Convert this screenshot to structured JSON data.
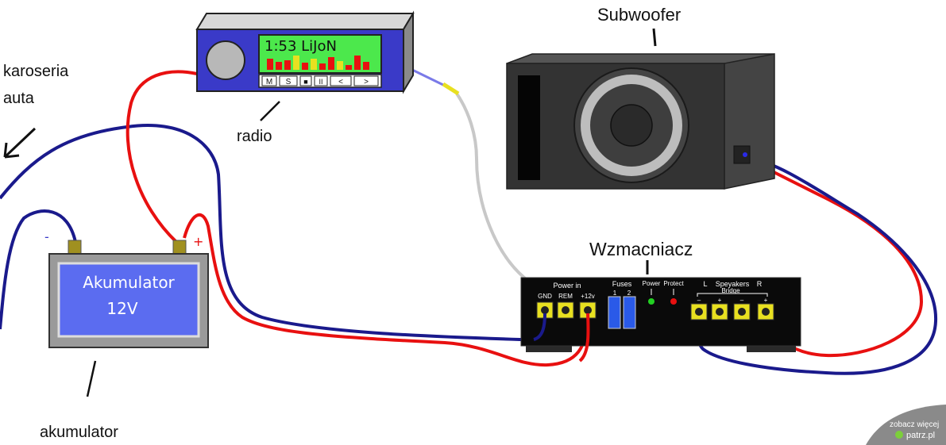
{
  "labels": {
    "subwoofer": "Subwoofer",
    "radio": "radio",
    "wzmacniacz": "Wzmacniacz",
    "akumulator": "akumulator",
    "karoseria_line1": "karoseria",
    "karoseria_line2": "auta"
  },
  "battery": {
    "line1": "Akumulator",
    "line2": "12V",
    "minus": "-",
    "plus": "+"
  },
  "radio_display": {
    "text": "1:53 LiJoN",
    "buttons": [
      "M",
      "S",
      "■",
      "II",
      "<",
      ">"
    ]
  },
  "amplifier": {
    "power_in": "Power in",
    "gnd": "GND",
    "rem": "REM",
    "plus12v": "+12v",
    "fuses": "Fuses",
    "fuse1": "1",
    "fuse2": "2",
    "power": "Power",
    "protect": "Protect",
    "speakers_l": "L",
    "speakers": "Speyakers",
    "speakers_r": "R",
    "bridge": "Bridge",
    "t1": "–",
    "t2": "+",
    "t3": "–",
    "t4": "+"
  },
  "watermark": {
    "line1": "zobacz więcej",
    "line2": "patrz.pl"
  },
  "colors": {
    "wire_red": "#e81010",
    "wire_blue": "#1a1a8c",
    "wire_gray": "#c8c8c8",
    "battery_face": "#5b6cf0",
    "radio_body": "#3a3ac8",
    "radio_display": "#4ce84c",
    "amp_body": "#0a0a0a",
    "terminal": "#e8e020",
    "sub_body": "#333333"
  }
}
